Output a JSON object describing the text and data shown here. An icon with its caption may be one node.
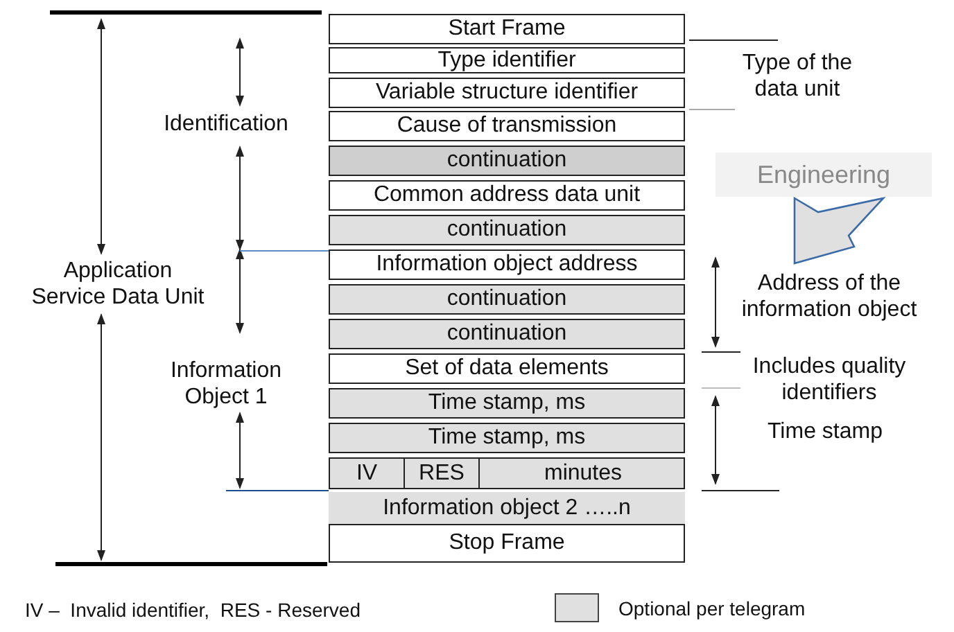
{
  "diagram": {
    "nodes": [
      {
        "text": [
          "Start Frame"
        ]
      },
      {
        "text": [
          "Type identifier"
        ]
      },
      {
        "text": [
          "Variable structure identifier"
        ]
      },
      {
        "text": [
          "Cause of transmission"
        ]
      },
      {
        "text": [
          "continuation"
        ]
      },
      {
        "text": [
          "Common address data unit"
        ]
      },
      {
        "text": [
          "continuation"
        ]
      },
      {
        "text": [
          "Information object address"
        ]
      },
      {
        "text": [
          "continuation"
        ]
      },
      {
        "text": [
          "continuation"
        ]
      },
      {
        "text": [
          "Set of data elements"
        ],
        "beside": [
          "Includes quality identifiers"
        ]
      },
      {
        "text": [
          "Time stamp,  ms"
        ]
      },
      {
        "text": [
          "Time stamp,  ms"
        ]
      },
      {
        "text": [],
        "shape": "box"
      },
      {
        "text": [
          "IV"
        ],
        "in": 13
      },
      {
        "text": [
          "RES"
        ],
        "in": 13
      },
      {
        "text": [
          "minutes"
        ],
        "in": 13
      },
      {
        "text": [
          "Information object 2 …..n"
        ]
      },
      {
        "text": [
          "Stop Frame"
        ]
      },
      {
        "text": [
          "Engineering"
        ]
      }
    ],
    "labels": [
      "Type of the data unit",
      "Identification",
      "Application Service Data Unit",
      "Address of the information object",
      "Information Object 1",
      "Time stamp",
      "IV –  Invalid identifier,  RES - Reserved"
    ],
    "legend": [
      {
        "text": "Optional per telegram",
        "color": "#e0e0e0"
      }
    ]
  }
}
